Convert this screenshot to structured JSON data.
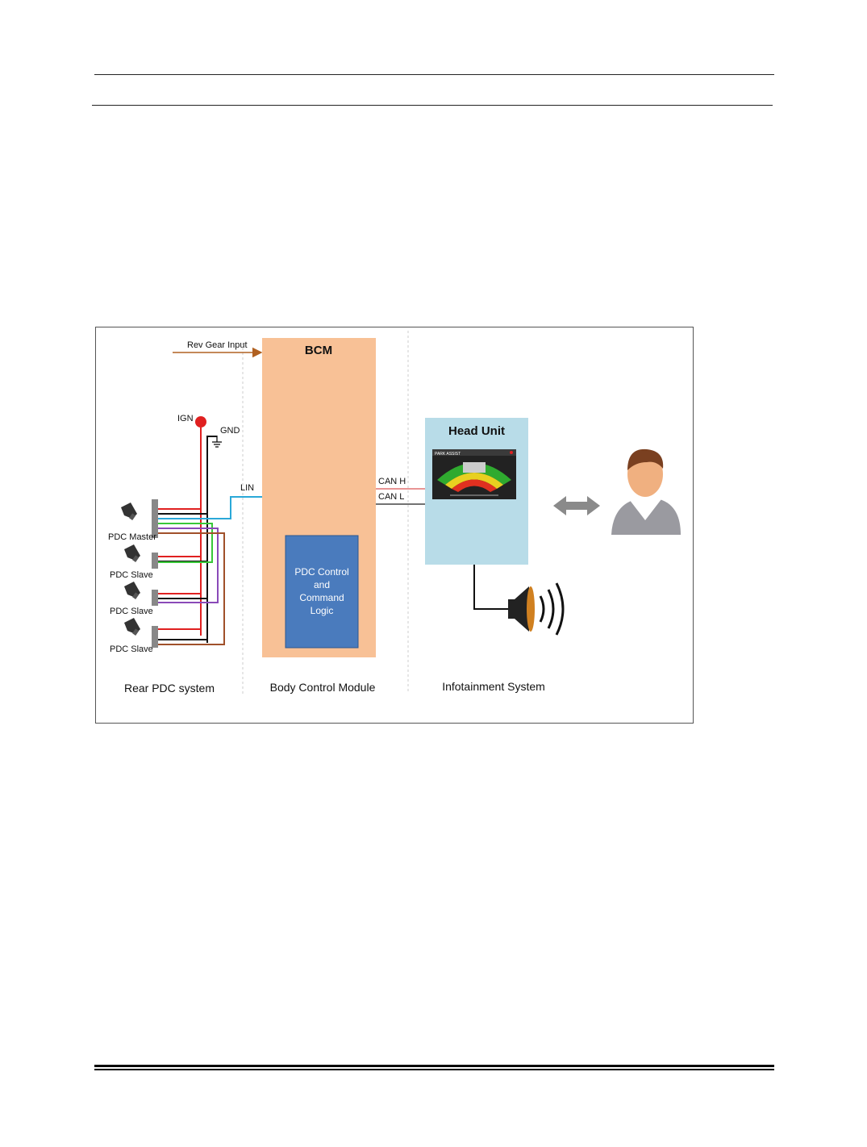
{
  "diagram": {
    "rev_gear_input": "Rev Gear Input",
    "bcm_title": "BCM",
    "ign": "IGN",
    "gnd": "GND",
    "lin": "LIN",
    "can_h": "CAN H",
    "can_l": "CAN L",
    "head_unit_title": "Head Unit",
    "screen_header": "PARK ASSIST",
    "pdc_logic": [
      "PDC Control",
      "and",
      "Command",
      "Logic"
    ],
    "sensors": [
      "PDC Master",
      "PDC Slave",
      "PDC Slave",
      "PDC Slave"
    ],
    "section_captions": [
      "Rear PDC system",
      "Body Control Module",
      "Infotainment System"
    ]
  },
  "colors": {
    "bcm_fill": "#f8c196",
    "logic_fill": "#4a7bbd",
    "head_unit_fill": "#b8dce8",
    "ign_wire": "#e02020",
    "gnd_wire": "#111111",
    "lin_wire": "#2aa8d8",
    "green_wire": "#38c838",
    "purple_wire": "#8a4ab8",
    "brown_wire": "#a0502a",
    "arrow": "#b06020"
  }
}
